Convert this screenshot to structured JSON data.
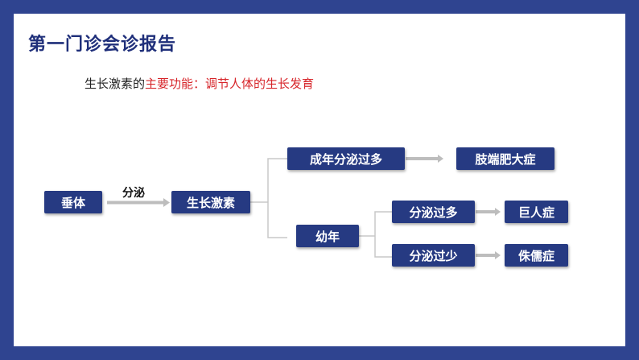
{
  "title": "第一门诊会诊报告",
  "subtitle": {
    "prefix": "生长激素的",
    "highlight": "主要功能：调节人体的生长发育"
  },
  "colors": {
    "frame": "#2f4490",
    "box": "#263a82",
    "title": "#1f2f7a",
    "highlight": "#d7262b",
    "connector": "#c8c8c8"
  },
  "diagram": {
    "source": "垂体",
    "secrete_label": "分泌",
    "hormone": "生长激素",
    "adult_branch": "成年分泌过多",
    "adult_result": "肢端肥大症",
    "child_branch": "幼年",
    "child_excess": "分泌过多",
    "child_excess_result": "巨人症",
    "child_deficit": "分泌过少",
    "child_deficit_result": "侏儒症"
  }
}
